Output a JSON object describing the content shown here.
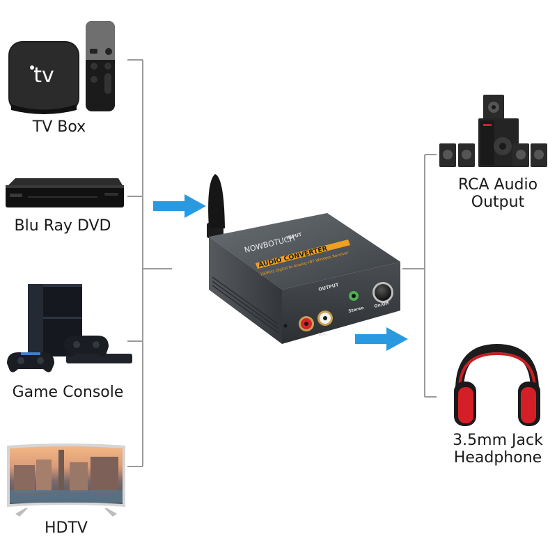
{
  "colors": {
    "line": "#9a9a9a",
    "arrow": "#2a9ae0",
    "device_body": "#3f4347",
    "device_gold": "#f0a020",
    "headphone_red": "#d51f26"
  },
  "sources": [
    {
      "label": "TV Box",
      "icon": "tv-box-icon"
    },
    {
      "label": "Blu Ray DVD",
      "icon": "bluray-player-icon"
    },
    {
      "label": "Game Console",
      "icon": "game-console-icon"
    },
    {
      "label": "HDTV",
      "icon": "hdtv-icon"
    }
  ],
  "converter": {
    "brand": "NOWBOTUCH",
    "title": "AUDIO CONVERTER",
    "subtitle": "192KHz Digital to Analog+BT Wireless Receiver",
    "input_label": "INPUT",
    "output_label": "OUTPUT",
    "rl_label": "R/L",
    "stereo_label": "Stereo",
    "knob_label": "On/Off"
  },
  "outputs": [
    {
      "label_lines": [
        "RCA Audio",
        "Output"
      ],
      "icon": "speaker-system-icon"
    },
    {
      "label_lines": [
        "3.5mm Jack",
        "Headphone"
      ],
      "icon": "headphone-icon"
    }
  ]
}
